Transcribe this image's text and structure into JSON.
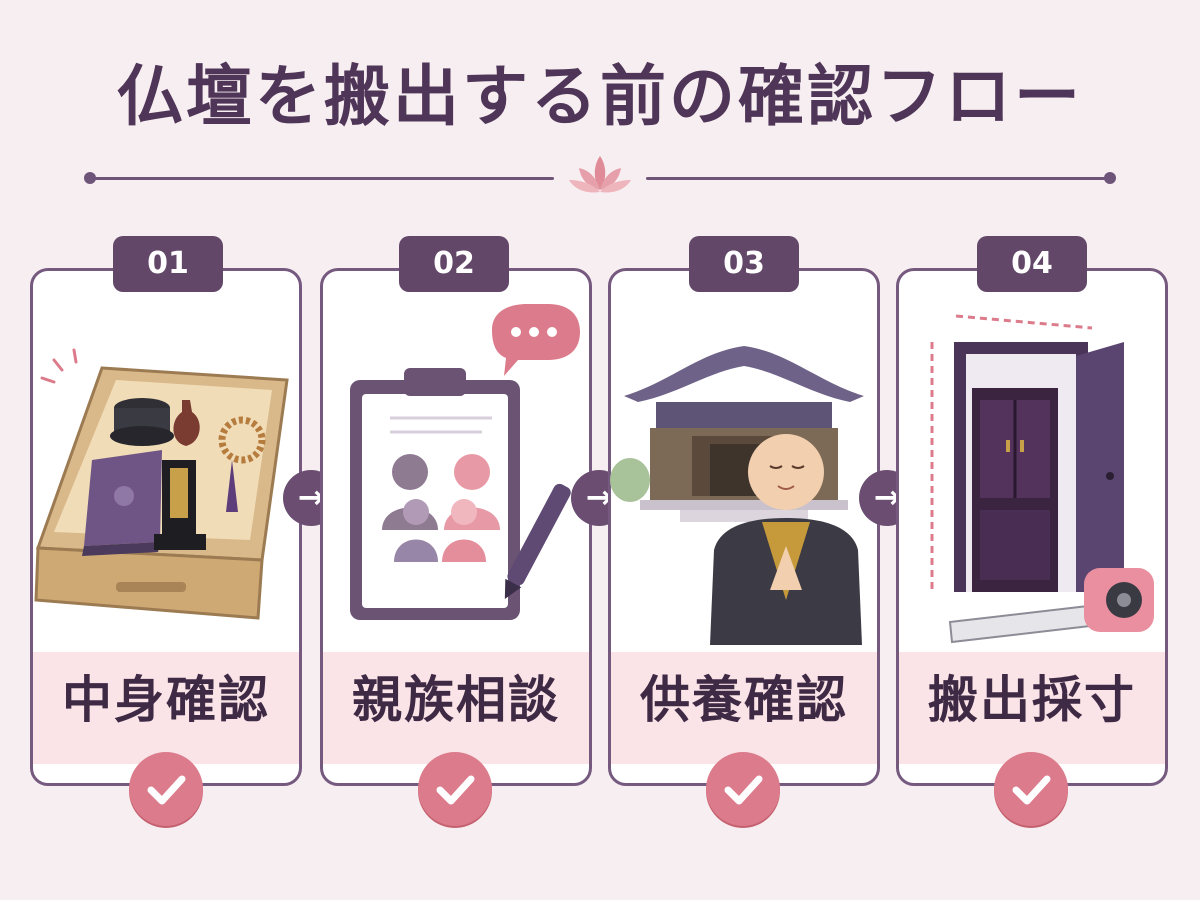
{
  "header": {
    "title": "仏壇を搬出する前の確認フロー",
    "decoration_icon": "lotus-icon"
  },
  "colors": {
    "background": "#f7eef1",
    "primary": "#634769",
    "accent": "#dc7b8b",
    "label_band": "#fae4e7"
  },
  "steps": [
    {
      "number": "01",
      "label": "中身確認",
      "icon": "butsudan-drawer-items-icon",
      "status": "checked"
    },
    {
      "number": "02",
      "label": "親族相談",
      "icon": "family-clipboard-icon",
      "status": "checked"
    },
    {
      "number": "03",
      "label": "供養確認",
      "icon": "temple-monk-icon",
      "status": "checked"
    },
    {
      "number": "04",
      "label": "搬出採寸",
      "icon": "door-measure-icon",
      "status": "checked"
    }
  ],
  "arrows": [
    "→",
    "→",
    "→"
  ]
}
